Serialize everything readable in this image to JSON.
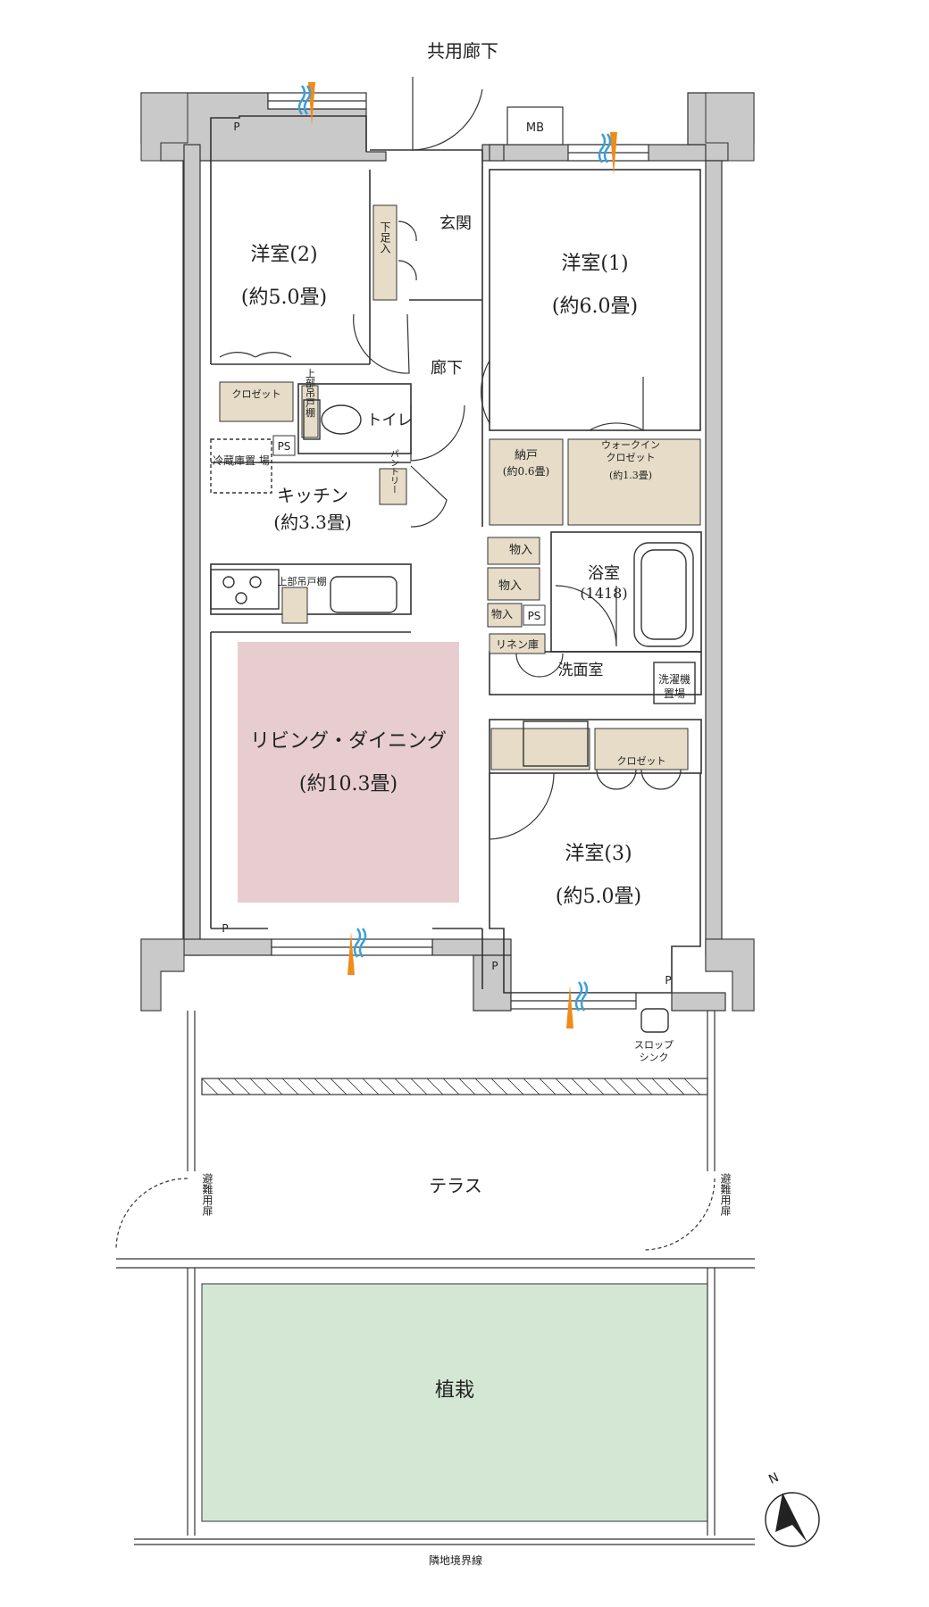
{
  "colors": {
    "wall": "#c9c9c9",
    "line": "#333333",
    "storage": "#e6dcc7",
    "living": "#e8cdd0",
    "planting": "#d4e7d5",
    "vent_blue": "#3b9fd9",
    "vent_orange": "#f08b18"
  },
  "labels": {
    "corridor": "共用廊下",
    "mb": "MB",
    "room2_name": "洋室(2)",
    "room2_size": "(約5.0畳)",
    "room1_name": "洋室(1)",
    "room1_size": "(約6.0畳)",
    "entrance": "玄関",
    "shoe": "下足入",
    "hall": "廊下",
    "closet": "クロゼット",
    "upper_shelf_v": "上部吊戸棚",
    "toilet": "トイレ",
    "fridge": "冷蔵庫置 場",
    "ps": "PS",
    "kitchen_name": "キッチン",
    "kitchen_size": "(約3.3畳)",
    "pantry": "パントリー",
    "nando": "納戸",
    "nando_size": "(約0.6畳)",
    "wic": "ウォークイン",
    "wic2": "クロゼット",
    "wic_size": "(約1.3畳)",
    "storage": "物入",
    "upper_shelf": "上部吊戸棚",
    "bath_name": "浴室",
    "bath_size": "(1418)",
    "linen": "リネン庫",
    "washroom": "洗面室",
    "washer1": "洗濯機",
    "washer2": "置場",
    "living_name": "リビング・ダイニング",
    "living_size": "(約10.3畳)",
    "room3_name": "洋室(3)",
    "room3_size": "(約5.0畳)",
    "pipe": "P",
    "slop1": "スロップ",
    "slop2": "シンク",
    "terrace": "テラス",
    "escape_door": "避難用扉",
    "planting": "植栽",
    "boundary": "隣地境界線",
    "north": "N"
  }
}
